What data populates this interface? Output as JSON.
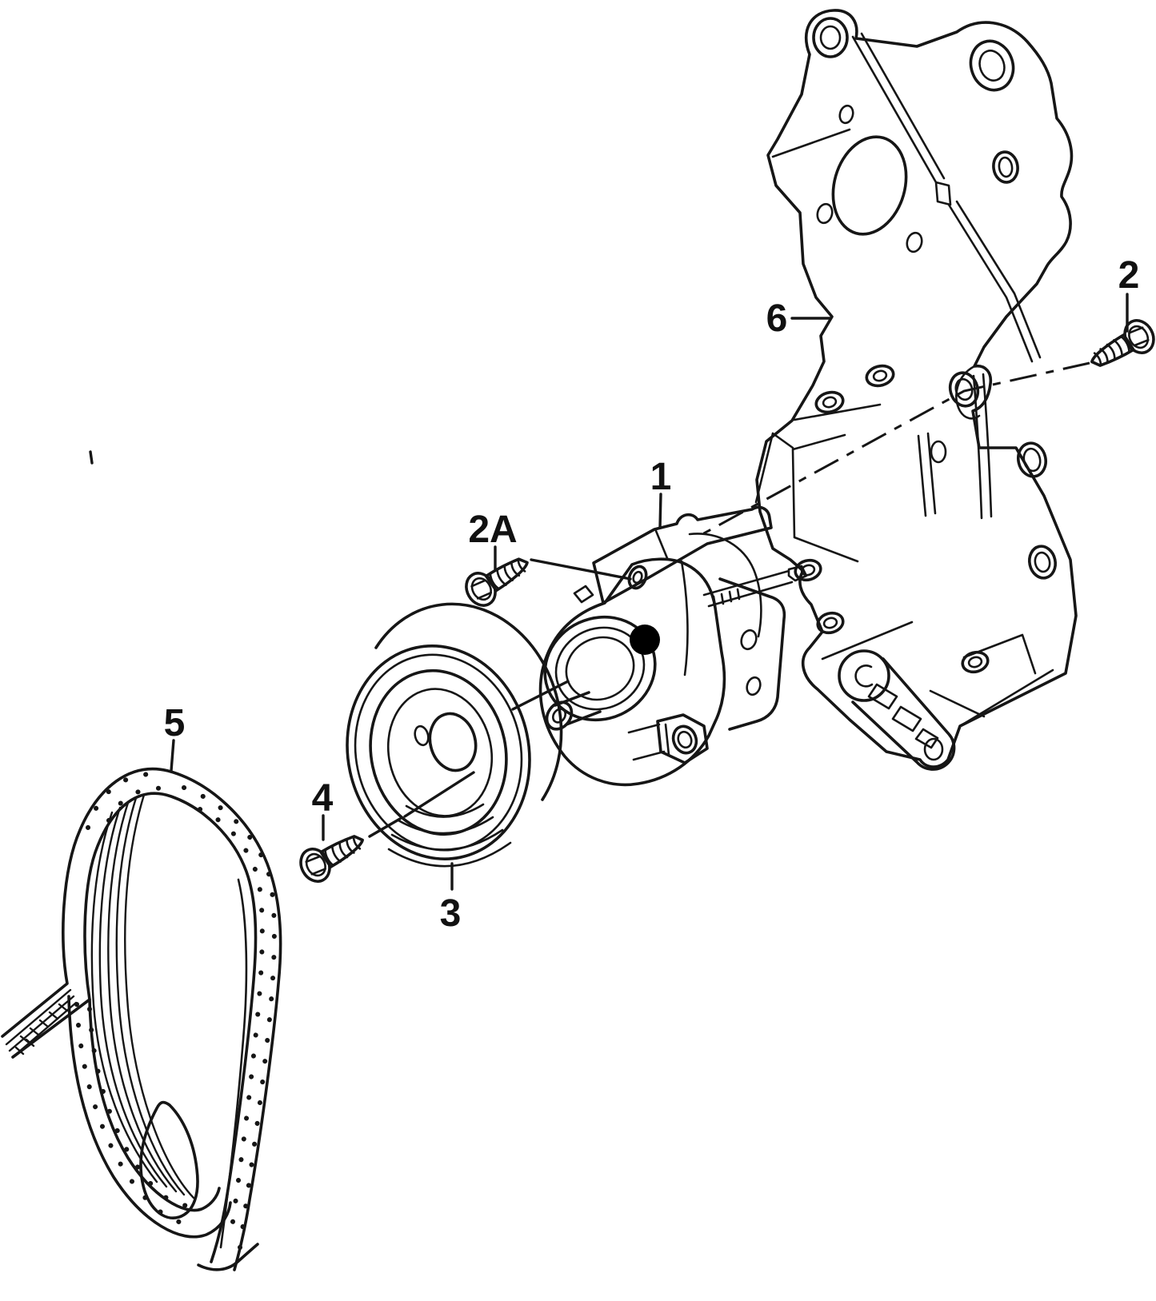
{
  "diagram": {
    "background_color": "#ffffff",
    "line_color": "#161616",
    "marker_color": "#000000",
    "parts": [
      {
        "label": "1"
      },
      {
        "label": "2"
      },
      {
        "label": "2A"
      },
      {
        "label": "3"
      },
      {
        "label": "4"
      },
      {
        "label": "5"
      },
      {
        "label": "6"
      }
    ]
  }
}
